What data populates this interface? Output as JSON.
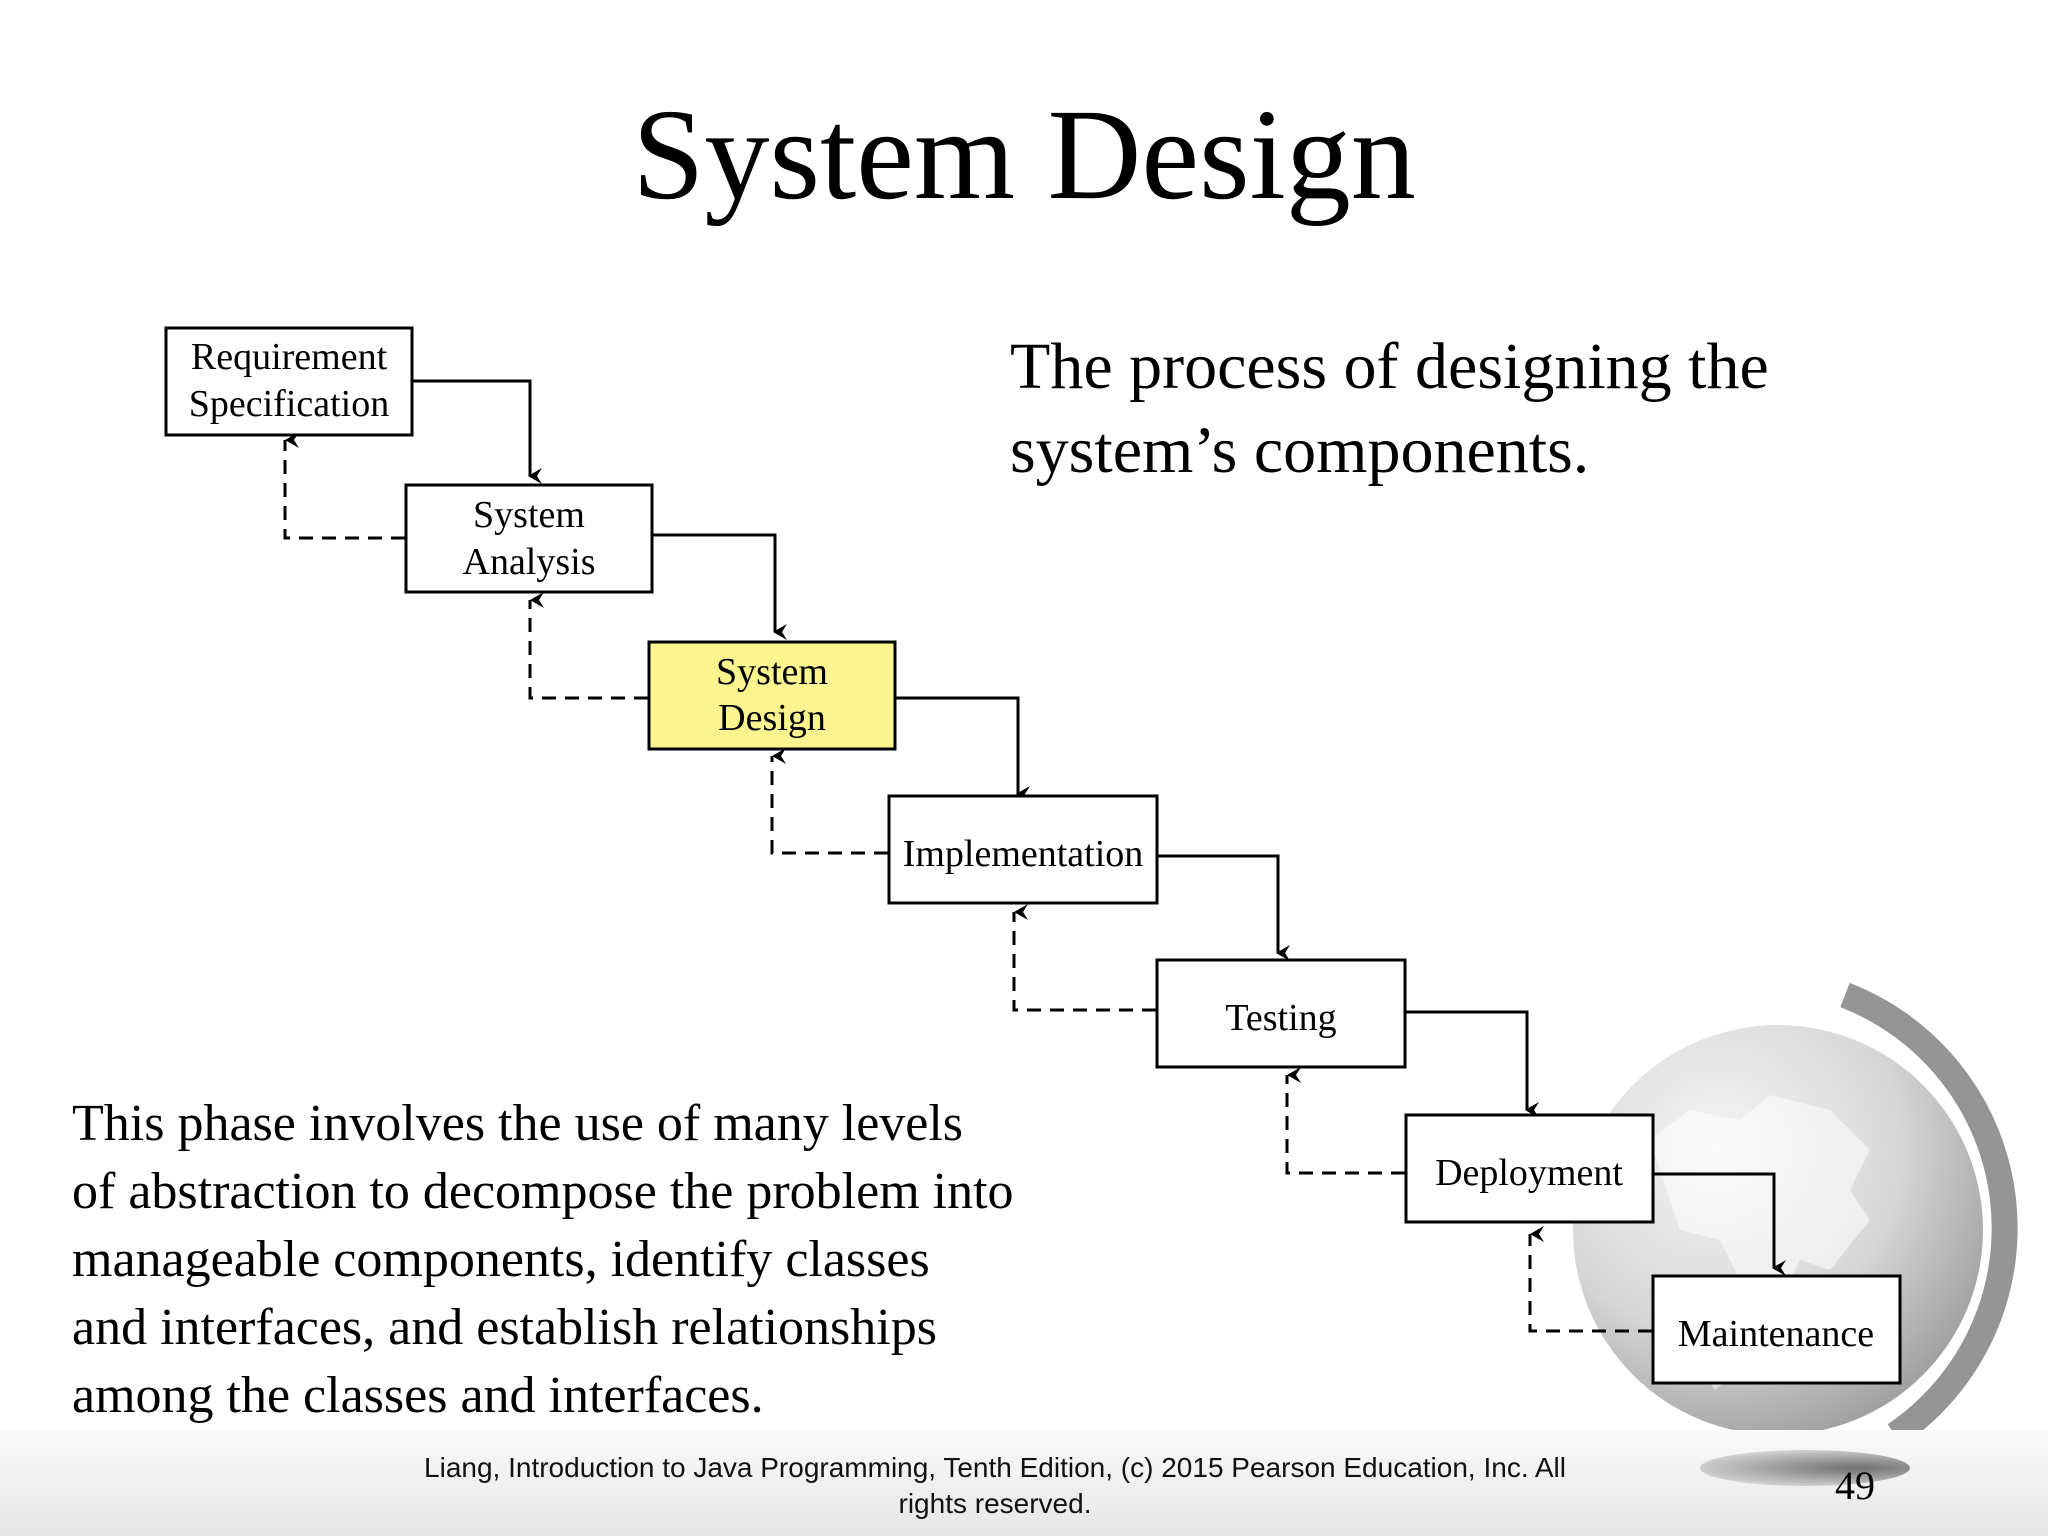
{
  "slide": {
    "title": "System Design",
    "description_lines": [
      "The process of designing the",
      "system’s components."
    ],
    "body_lines": [
      "This phase involves the use of many levels",
      "of abstraction to decompose the problem into",
      "manageable components, identify classes",
      "and interfaces, and establish relationships",
      "among the classes and interfaces."
    ],
    "footer_lines": [
      "Liang, Introduction to Java Programming, Tenth Edition, (c) 2015 Pearson Education, Inc. All",
      "rights reserved."
    ],
    "page_number": "49"
  },
  "diagram": {
    "highlight_color": "#FBF48F",
    "stages": [
      {
        "lines": [
          "Requirement",
          "Specification"
        ],
        "highlighted": false
      },
      {
        "lines": [
          "System",
          "Analysis"
        ],
        "highlighted": false
      },
      {
        "lines": [
          "System",
          "Design"
        ],
        "highlighted": true
      },
      {
        "lines": [
          "Implementation"
        ],
        "highlighted": false
      },
      {
        "lines": [
          "Testing"
        ],
        "highlighted": false
      },
      {
        "lines": [
          "Deployment"
        ],
        "highlighted": false
      },
      {
        "lines": [
          "Maintenance"
        ],
        "highlighted": false
      }
    ]
  }
}
